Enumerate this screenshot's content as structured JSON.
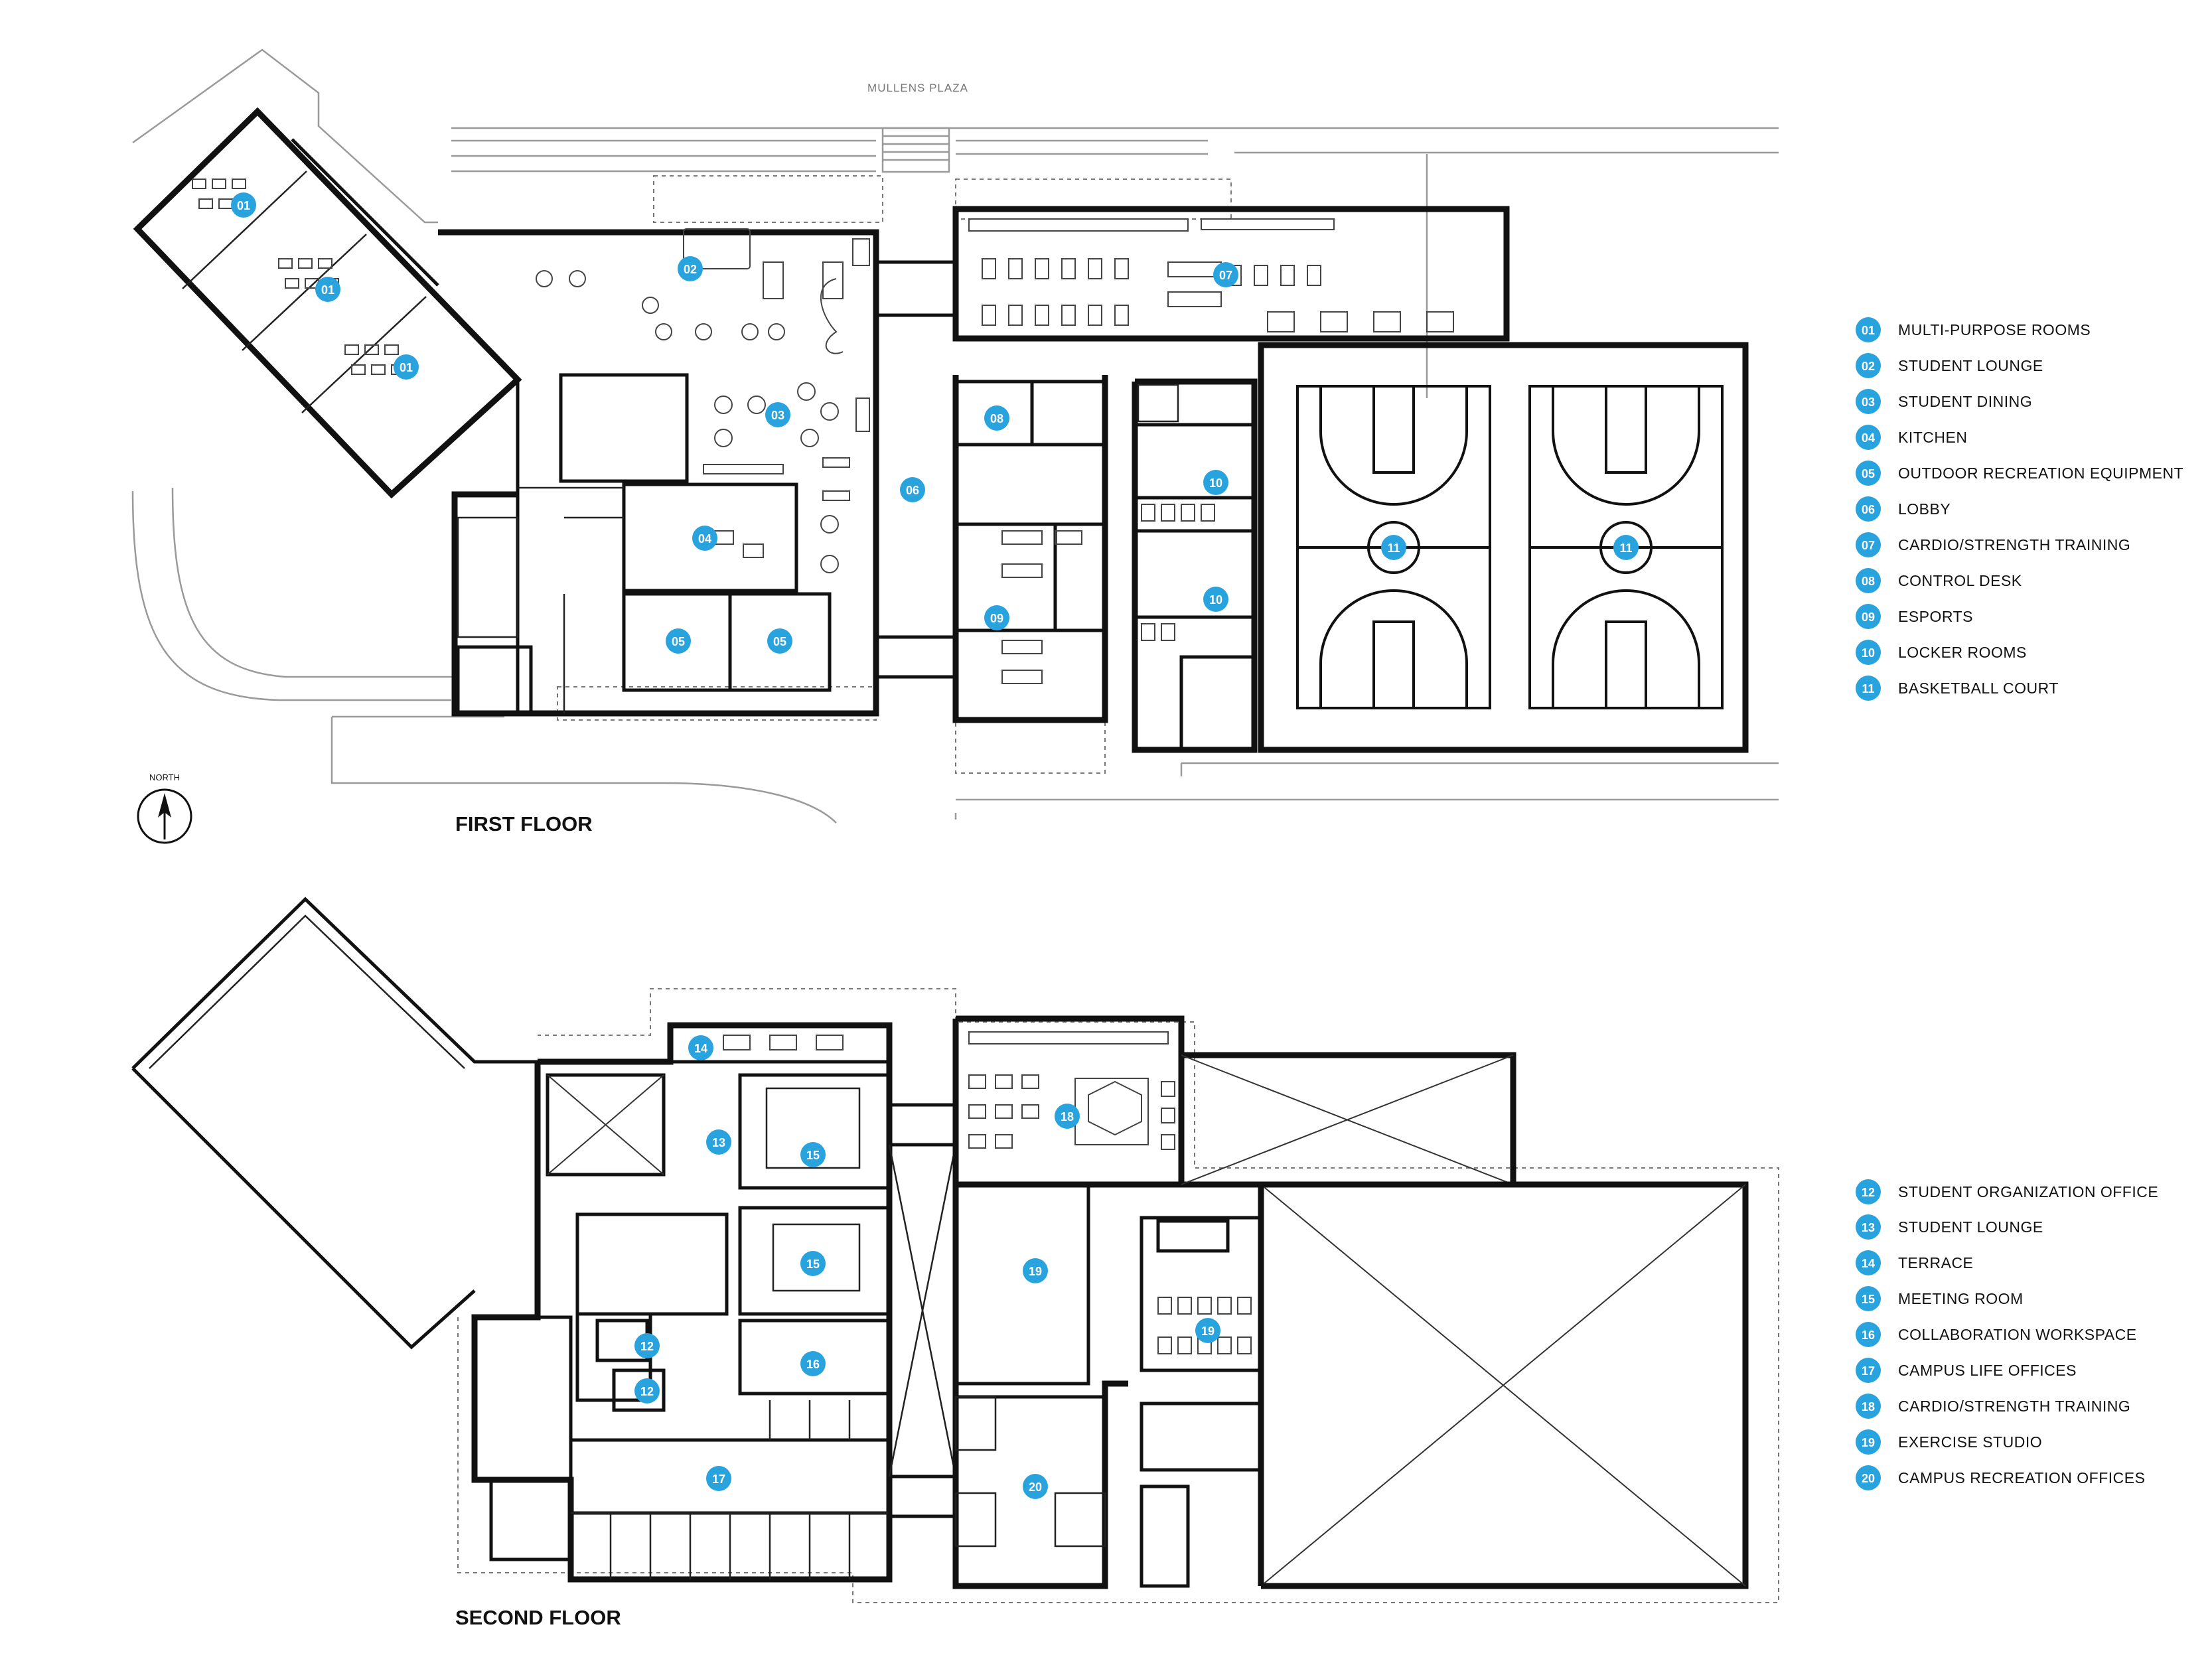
{
  "site": {
    "plaza_label": "MULLENS PLAZA"
  },
  "north": {
    "label": "NORTH"
  },
  "floors": [
    {
      "title": "FIRST FLOOR"
    },
    {
      "title": "SECOND FLOOR"
    }
  ],
  "legend_first": [
    {
      "num": "01",
      "label": "MULTI-PURPOSE ROOMS"
    },
    {
      "num": "02",
      "label": "STUDENT LOUNGE"
    },
    {
      "num": "03",
      "label": "STUDENT DINING"
    },
    {
      "num": "04",
      "label": "KITCHEN"
    },
    {
      "num": "05",
      "label": "OUTDOOR RECREATION EQUIPMENT"
    },
    {
      "num": "06",
      "label": "LOBBY"
    },
    {
      "num": "07",
      "label": "CARDIO/STRENGTH TRAINING"
    },
    {
      "num": "08",
      "label": "CONTROL DESK"
    },
    {
      "num": "09",
      "label": "ESPORTS"
    },
    {
      "num": "10",
      "label": "LOCKER ROOMS"
    },
    {
      "num": "11",
      "label": "BASKETBALL COURT"
    }
  ],
  "legend_second": [
    {
      "num": "12",
      "label": "STUDENT ORGANIZATION OFFICE"
    },
    {
      "num": "13",
      "label": "STUDENT LOUNGE"
    },
    {
      "num": "14",
      "label": "TERRACE"
    },
    {
      "num": "15",
      "label": "MEETING ROOM"
    },
    {
      "num": "16",
      "label": "COLLABORATION WORKSPACE"
    },
    {
      "num": "17",
      "label": "CAMPUS LIFE OFFICES"
    },
    {
      "num": "18",
      "label": "CARDIO/STRENGTH TRAINING"
    },
    {
      "num": "19",
      "label": "EXERCISE STUDIO"
    },
    {
      "num": "20",
      "label": "CAMPUS RECREATION OFFICES"
    }
  ],
  "room_tags_first": [
    "01",
    "01",
    "01",
    "02",
    "03",
    "04",
    "05",
    "05",
    "06",
    "07",
    "08",
    "09",
    "10",
    "10",
    "11",
    "11"
  ],
  "room_tags_second": [
    "12",
    "12",
    "13",
    "14",
    "15",
    "15",
    "16",
    "17",
    "18",
    "19",
    "19",
    "20"
  ],
  "colors": {
    "tag": "#29a3dd",
    "wall": "#111111",
    "site_line": "#9a9a9a"
  },
  "icons": {
    "north_arrow": "north-arrow-icon"
  }
}
